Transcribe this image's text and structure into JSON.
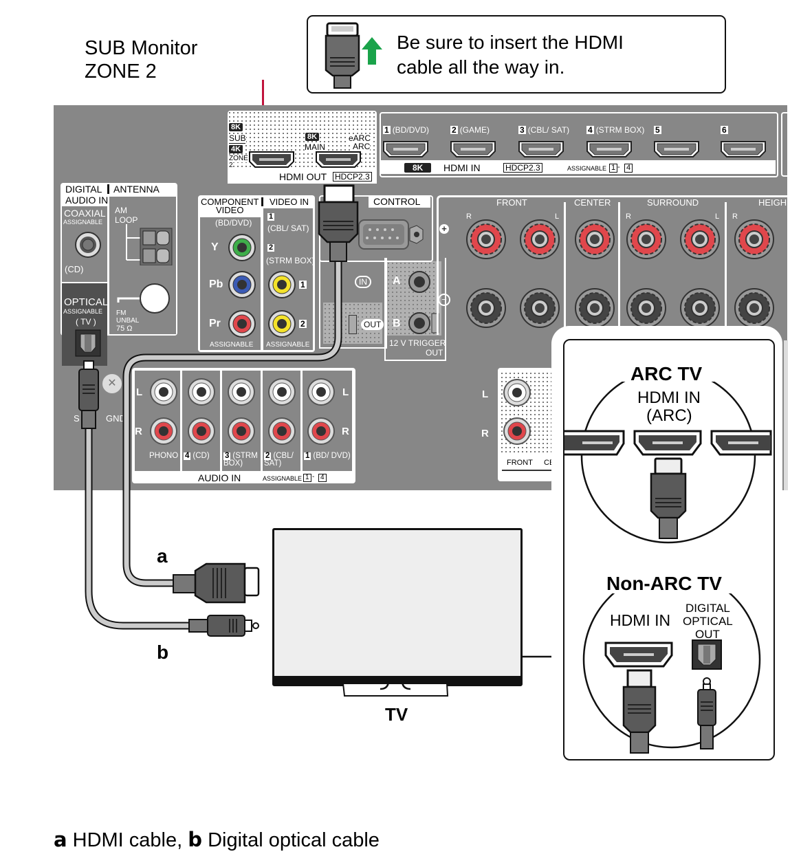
{
  "header": {
    "sub_monitor_line1": "SUB Monitor",
    "sub_monitor_line2": "ZONE 2",
    "tip_line1": "Be sure to insert the HDMI",
    "tip_line2": "cable all the way in.",
    "tip_arrow_color": "#1aa34a"
  },
  "hdmi_out": {
    "badge_8k": "8K",
    "sub_label": "SUB",
    "badge_4k": "4K",
    "zone_label": "ZONE",
    "zone_num": "2",
    "main_badge": "8K",
    "main_label": "MAIN",
    "earc_label": "eARC",
    "arc_label": "ARC",
    "section_label": "HDMI OUT",
    "hdcp": "HDCP2.3"
  },
  "hdmi_in": {
    "ports": [
      {
        "num": "1",
        "label": "(BD/DVD)"
      },
      {
        "num": "2",
        "label": "(GAME)"
      },
      {
        "num": "3",
        "label": "(CBL/ SAT)"
      },
      {
        "num": "4",
        "label": "(STRM BOX)"
      },
      {
        "num": "5",
        "label": ""
      },
      {
        "num": "6",
        "label": ""
      }
    ],
    "badge_8k": "8K",
    "section_label": "HDMI IN",
    "hdcp": "HDCP2.3",
    "assignable": "ASSIGNABLE",
    "range_from": "1",
    "range_to": "4"
  },
  "digital_audio": {
    "title_line1": "DIGITAL",
    "title_line2": "AUDIO IN",
    "coaxial": "COAXIAL",
    "coaxial_assignable": "ASSIGNABLE",
    "coaxial_source": "(CD)",
    "optical": "OPTICAL",
    "optical_assignable": "ASSIGNABLE",
    "optical_source": "( TV )"
  },
  "antenna": {
    "title": "ANTENNA",
    "am_line1": "AM",
    "am_line2": "LOOP",
    "fm_line1": "FM",
    "fm_line2": "UNBAL",
    "fm_line3": "75 Ω"
  },
  "component_video": {
    "title_line1": "COMPONENT",
    "title_line2": "VIDEO",
    "source": "(BD/DVD)",
    "jacks": [
      {
        "label": "Y",
        "color": "#3fae4a"
      },
      {
        "label": "Pb",
        "color": "#3b5bb5"
      },
      {
        "label": "Pr",
        "color": "#e0474c"
      }
    ],
    "assignable": "ASSIGNABLE"
  },
  "video_in": {
    "title": "VIDEO IN",
    "inputs": [
      {
        "num": "1",
        "label": "(CBL/ SAT)"
      },
      {
        "num": "2",
        "label": "(STRM BOX)"
      }
    ],
    "jack_color": "#f4e22a",
    "assignable": "ASSIGNABLE"
  },
  "control": {
    "title": "CONTROL",
    "in_label": "IN",
    "out_label": "OUT"
  },
  "trigger": {
    "a_label": "A",
    "b_label": "B",
    "title_line1": "12 V  TRIGGER",
    "title_line2": "OUT"
  },
  "speakers": {
    "plus_symbol": "+",
    "minus_symbol": "−",
    "groups": [
      {
        "name": "FRONT",
        "channels": [
          "R",
          "L"
        ]
      },
      {
        "name": "CENTER",
        "channels": [
          ""
        ]
      },
      {
        "name": "SURROUND",
        "channels": [
          "R",
          "L"
        ]
      },
      {
        "name": "HEIGH",
        "channels": [
          "R"
        ]
      }
    ],
    "terminal_color": "#e0474c"
  },
  "audio_in": {
    "l_label": "L",
    "r_label": "R",
    "inputs": [
      {
        "num": "",
        "label": "PHONO"
      },
      {
        "num": "4",
        "label": "(CD)"
      },
      {
        "num": "3",
        "label": "(STRM BOX)"
      },
      {
        "num": "2",
        "label": "(CBL/ SAT)"
      },
      {
        "num": "1",
        "label": "(BD/ DVD)"
      }
    ],
    "section_label": "AUDIO IN",
    "assignable": "ASSIGNABLE",
    "range_from": "1",
    "range_to": "4",
    "gnd_label": "GND",
    "signal_label": "S"
  },
  "preout": {
    "l_label": "L",
    "r_label": "R",
    "front_label": "FRONT",
    "center_label": "CE"
  },
  "cables": {
    "a_label": "a",
    "b_label": "b"
  },
  "tv": {
    "label": "TV"
  },
  "inset": {
    "arc_title": "ARC TV",
    "arc_port_line1": "HDMI IN",
    "arc_port_line2": "(ARC)",
    "nonarc_title": "Non-ARC TV",
    "nonarc_hdmi": "HDMI IN",
    "nonarc_optical_line1": "DIGITAL",
    "nonarc_optical_line2": "OPTICAL",
    "nonarc_optical_line3": "OUT"
  },
  "caption": {
    "a": "a",
    "a_text": " HDMI cable, ",
    "b": "b",
    "b_text": " Digital optical cable"
  }
}
